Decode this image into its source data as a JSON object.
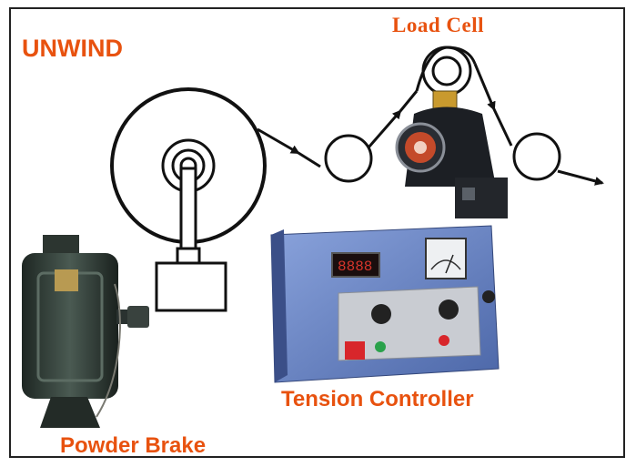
{
  "labels": {
    "unwind": "UNWIND",
    "load_cell": "Load Cell",
    "tension_controller": "Tension Controller",
    "powder_brake": "Powder Brake"
  },
  "colors": {
    "label": "#e8520f",
    "frame": "#222222",
    "controller_body": "#6a86c8",
    "controller_panel": "#c9ccd2"
  }
}
